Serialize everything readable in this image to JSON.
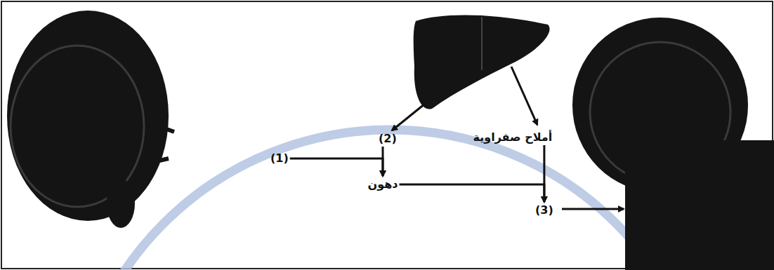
{
  "diagram": {
    "nodes": [
      {
        "text": [
          "(1)"
        ]
      },
      {
        "text": [
          "(2)"
        ]
      },
      {
        "text": [
          "دهون"
        ]
      },
      {
        "text": [
          "أملاح صفراوية"
        ]
      },
      {
        "text": [
          "(3)"
        ]
      }
    ],
    "edges": [
      {
        "from": 0,
        "to": 2,
        "arrow": "to"
      },
      {
        "from": 1,
        "to": 2,
        "arrow": "to"
      },
      {
        "from": 2,
        "to": 4,
        "arrow": "to"
      },
      {
        "from": 3,
        "to": 4,
        "arrow": "to"
      }
    ]
  }
}
